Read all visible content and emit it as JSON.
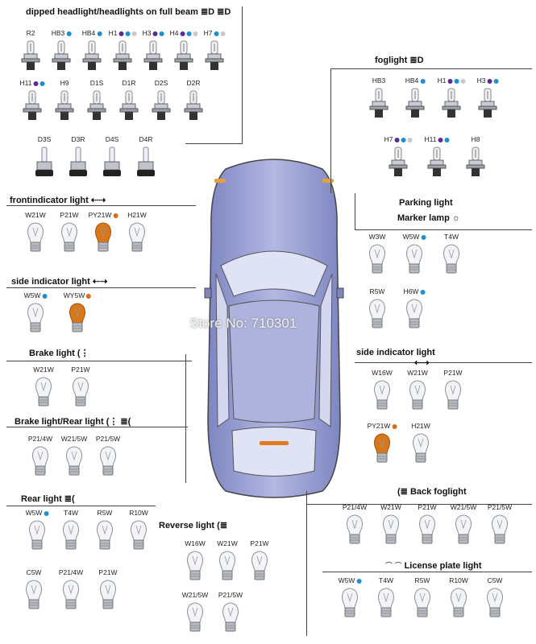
{
  "sections": {
    "dipped": {
      "title": "dipped headlight/headlights on full beam",
      "symbol": "≣D ≣D"
    },
    "foglight": {
      "title": "foglight",
      "symbol": "≣D"
    },
    "frontindicator": {
      "title": "frontindicator light",
      "symbol": "⇠⇢"
    },
    "parking": {
      "title": "Parking light"
    },
    "marker": {
      "title": "Marker lamp",
      "symbol": "☼"
    },
    "side_left": {
      "title": "side indicator light",
      "symbol": "⇠⇢"
    },
    "side_right": {
      "title": "side indicator light",
      "symbol": "⇠⇢"
    },
    "brake": {
      "title": "Brake light",
      "symbol": "(⋮"
    },
    "brake_rear": {
      "title": "Brake light/Rear light",
      "symbol": "(⋮ ≣("
    },
    "rear": {
      "title": "Rear light",
      "symbol": "≣("
    },
    "reverse": {
      "title": "Reverse light",
      "symbol": "(≣"
    },
    "back_fog": {
      "title": "Back foglight",
      "symbol": "(≣"
    },
    "license": {
      "title": "License plate light",
      "symbol": "⌒ ⌒"
    }
  },
  "labels": {
    "dipped_row1": [
      "R2",
      "HB3",
      "HB4",
      "H1",
      "H3",
      "H4",
      "H7"
    ],
    "dipped_row2": [
      "H11",
      "H9",
      "D1S",
      "D1R",
      "D2S",
      "D2R"
    ],
    "dipped_row3": [
      "D3S",
      "D3R",
      "D4S",
      "D4R"
    ],
    "fog_row1": [
      "HB3",
      "HB4",
      "H1",
      "H3"
    ],
    "fog_row2": [
      "H7",
      "H11",
      "H8"
    ],
    "front": [
      "W21W",
      "P21W",
      "PY21W",
      "H21W"
    ],
    "marker_row1": [
      "W3W",
      "W5W",
      "T4W"
    ],
    "marker_row2": [
      "R5W",
      "H6W"
    ],
    "side_left": [
      "W5W",
      "WY5W"
    ],
    "side_right_row1": [
      "W16W",
      "W21W",
      "P21W"
    ],
    "side_right_row2": [
      "PY21W",
      "H21W"
    ],
    "brake": [
      "W21W",
      "P21W"
    ],
    "brake_rear": [
      "P21/4W",
      "W21/5W",
      "P21/5W"
    ],
    "rear_row1": [
      "W5W",
      "T4W",
      "R5W",
      "R10W"
    ],
    "rear_row2": [
      "C5W",
      "P21/4W",
      "P21W"
    ],
    "reverse_row1": [
      "W16W",
      "W21W",
      "P21W"
    ],
    "reverse_row2": [
      "W21/5W",
      "P21/5W"
    ],
    "back_fog": [
      "P21/4W",
      "W21W",
      "P21W",
      "W21/5W",
      "P21/5W"
    ],
    "license": [
      "W5W",
      "T4W",
      "R5W",
      "R10W",
      "C5W"
    ]
  },
  "watermark": "Store No: 710301",
  "colors": {
    "blue": "#1f8fd0",
    "purple": "#5a2d91",
    "grey": "#c8c8d0",
    "orange": "#e06a10",
    "amber": "#d9781a",
    "car_body": "#9fa6d6",
    "car_glass": "#d8def2"
  }
}
